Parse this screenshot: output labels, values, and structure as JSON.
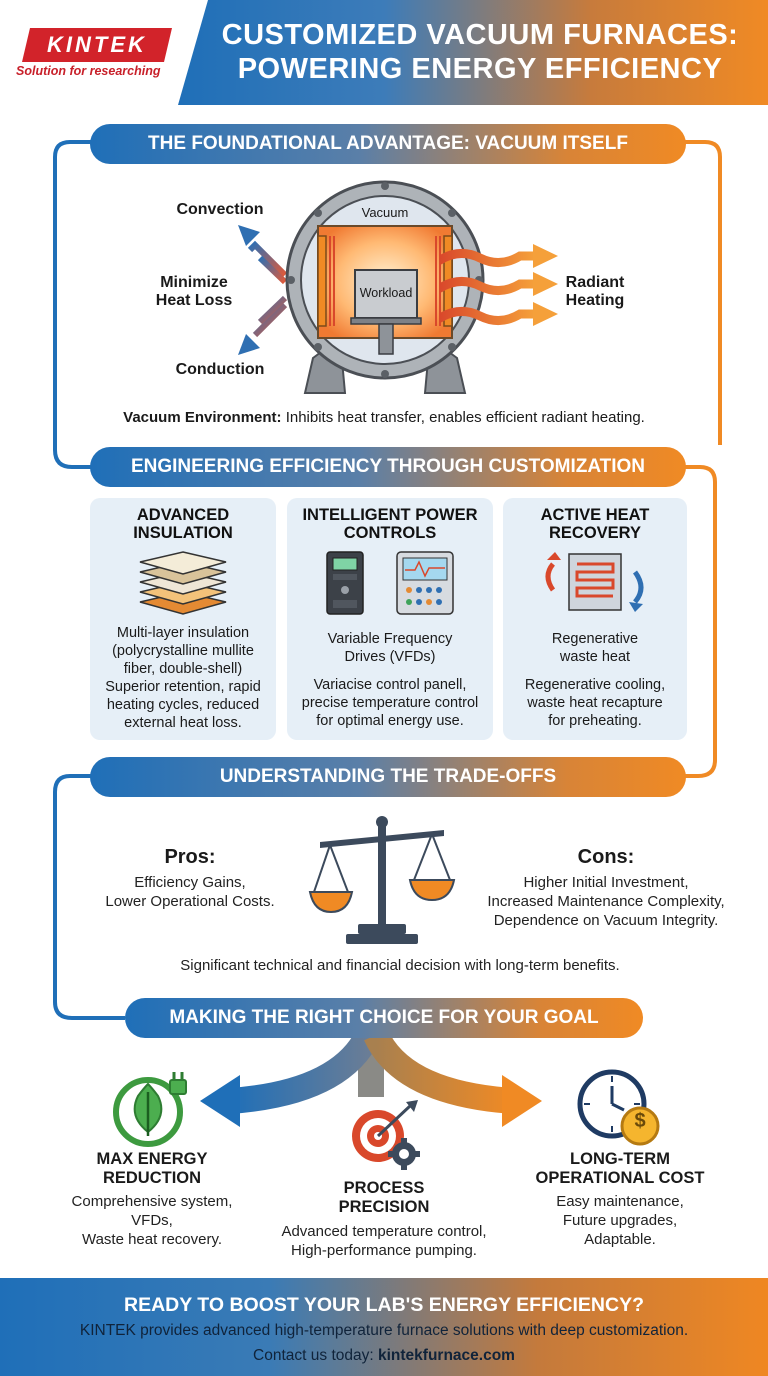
{
  "header": {
    "title_line1": "CUSTOMIZED VACUUM FURNACES:",
    "title_line2": "POWERING ENERGY EFFICIENCY",
    "logo": "KINTEK",
    "tagline": "Solution for researching"
  },
  "section1": {
    "title": "THE FOUNDATIONAL ADVANTAGE: VACUUM ITSELF",
    "convection": "Convection",
    "minimize": "Minimize",
    "heat_loss": "Heat Loss",
    "conduction": "Conduction",
    "vacuum": "Vacuum",
    "workload": "Workload",
    "radiant": "Radiant",
    "heating": "Heating",
    "caption_bold": "Vacuum Environment:",
    "caption_rest": " Inhibits heat transfer, enables efficient radiant heating."
  },
  "section2": {
    "title": "ENGINEERING EFFICIENCY THROUGH CUSTOMIZATION",
    "cards": [
      {
        "title1": "ADVANCED",
        "title2": "INSULATION",
        "lines": [
          "Multi-layer insulation",
          "(polycrystalline mullite",
          "fiber, double-shell)",
          "Superior retention, rapid",
          "heating cycles, reduced",
          "external heat loss."
        ]
      },
      {
        "title1": "INTELLIGENT POWER",
        "title2": "CONTROLS",
        "lines": [
          "Variable Frequency",
          "Drives (VFDs)",
          "Variacise control panell,",
          "precise temperature control",
          "for optimal energy use."
        ]
      },
      {
        "title1": "ACTIVE HEAT",
        "title2": "RECOVERY",
        "lines": [
          "Regenerative",
          "waste heat",
          "Regenerative cooling,",
          "waste heat recapture",
          "for preheating."
        ]
      }
    ]
  },
  "section3": {
    "title": "UNDERSTANDING THE TRADE-OFFS",
    "pros_title": "Pros:",
    "pros": [
      "Efficiency Gains,",
      "Lower Operational Costs."
    ],
    "cons_title": "Cons:",
    "cons": [
      "Higher Initial Investment,",
      "Increased Maintenance Complexity,",
      "Dependence on Vacuum Integrity."
    ],
    "summary": "Significant technical and financial decision with long-term benefits."
  },
  "section4": {
    "title": "MAKING THE RIGHT CHOICE FOR YOUR GOAL",
    "goals": [
      {
        "title1": "MAX ENERGY",
        "title2": "REDUCTION",
        "lines": [
          "Comprehensive system,",
          "VFDs,",
          "Waste heat recovery."
        ]
      },
      {
        "title1": "PROCESS",
        "title2": "PRECISION",
        "lines": [
          "Advanced temperature control,",
          "High-performance pumping."
        ]
      },
      {
        "title1": "LONG-TERM",
        "title2": "OPERATIONAL COST",
        "lines": [
          "Easy maintenance,",
          "Future upgrades,",
          "Adaptable."
        ]
      }
    ],
    "coin_symbol": "$"
  },
  "footer": {
    "title": "READY TO BOOST YOUR LAB'S ENERGY EFFICIENCY?",
    "line1": "KINTEK provides advanced high-temperature furnace solutions with deep customization.",
    "line2_prefix": "Contact us today: ",
    "line2_link": "kintekfurnace.com"
  },
  "colors": {
    "blue": "#1f6fb8",
    "orange": "#f08a24",
    "red_logo": "#c8202a",
    "card_bg": "#e6eff7"
  }
}
